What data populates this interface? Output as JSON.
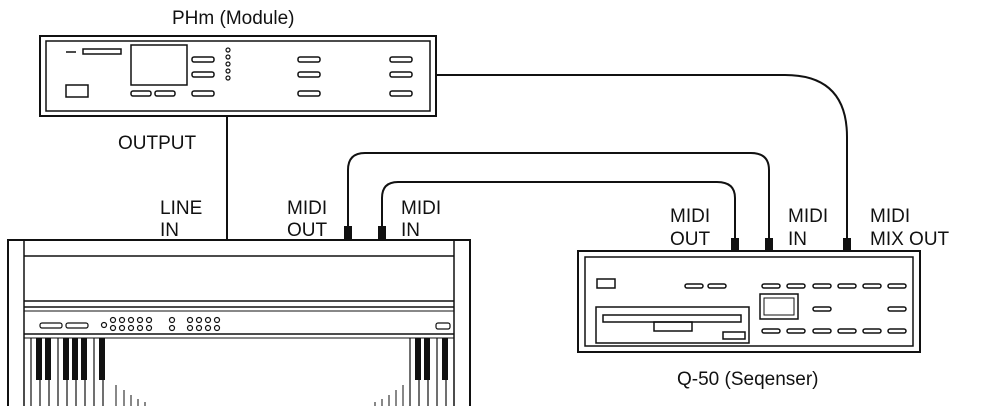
{
  "devices": {
    "module": {
      "title": "PHm (Module)"
    },
    "sequencer": {
      "title": "Q-50 (Seqenser)"
    }
  },
  "labels": {
    "output": "OUTPUT",
    "line_in_1": "LINE",
    "line_in_2": "IN",
    "midi_out_keyboard_1": "MIDI",
    "midi_out_keyboard_2": "OUT",
    "midi_in_keyboard_1": "MIDI",
    "midi_in_keyboard_2": "IN",
    "midi_out_seq_1": "MIDI",
    "midi_out_seq_2": "OUT",
    "midi_in_seq_1": "MIDI",
    "midi_in_seq_2": "IN",
    "midi_mix_out_1": "MIDI",
    "midi_mix_out_2": "MIX OUT"
  },
  "colors": {
    "line": "#111111",
    "background": "#ffffff"
  }
}
